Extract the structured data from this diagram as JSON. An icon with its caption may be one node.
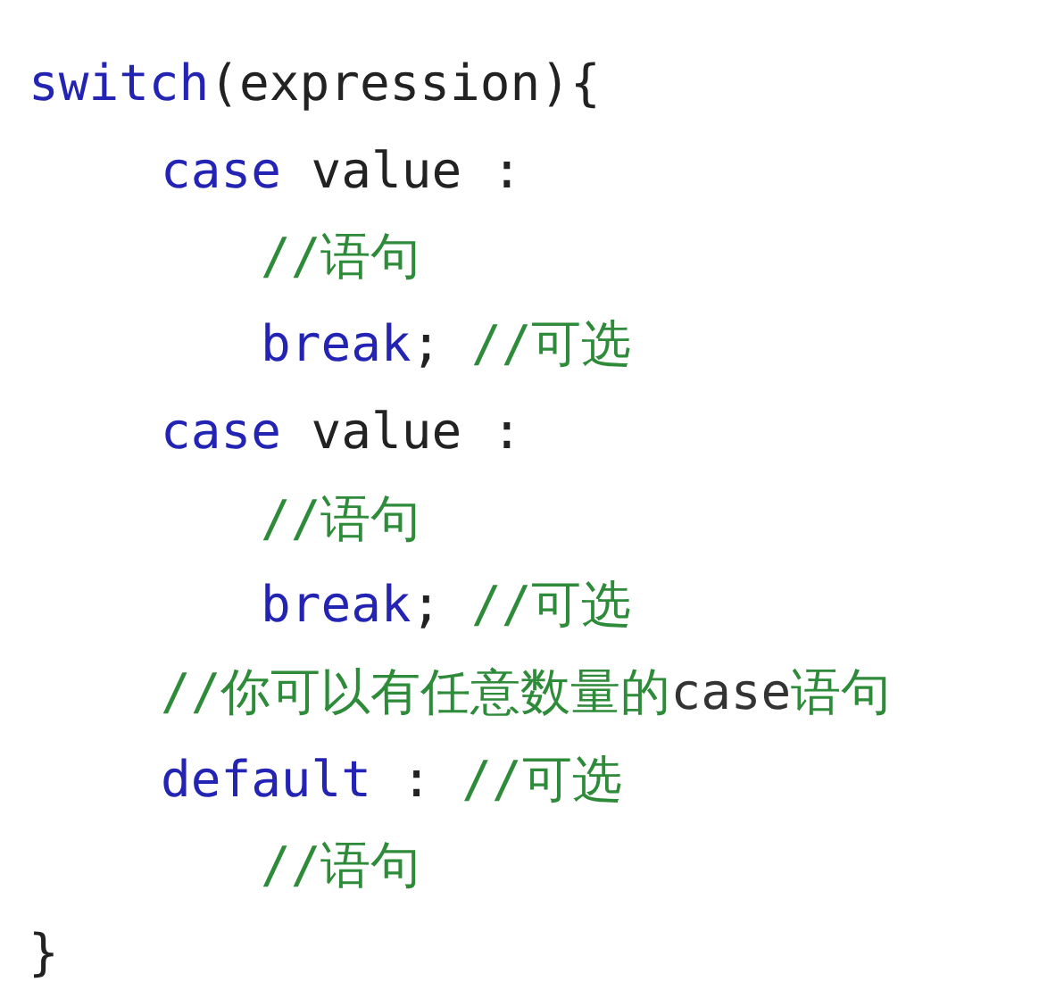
{
  "diagram": {
    "labels": [
      "switch(expression){",
      "case value :",
      "//语句",
      "break; //可选",
      "case value :",
      "//语句",
      "break; //可选",
      "//你可以有任意数量的case语句",
      "default : //可选",
      "//语句",
      "}"
    ]
  }
}
